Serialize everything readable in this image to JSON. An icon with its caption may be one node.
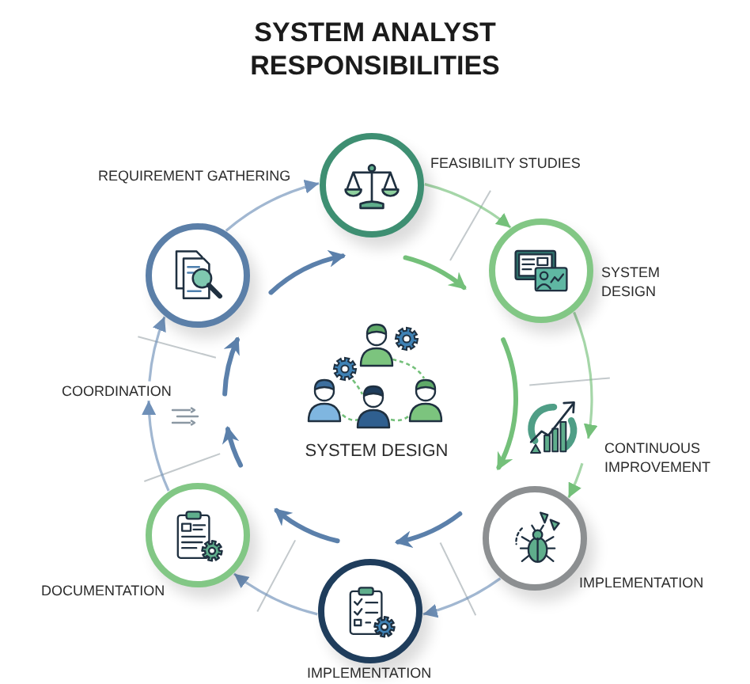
{
  "diagram": {
    "title": "SYSTEM ANALYST RESPONSIBILITIES",
    "nodes": [
      {
        "text": [
          "REQUIREMENT GATHERING"
        ]
      },
      {
        "text": [
          "FEASIBILITY STUDIES"
        ]
      },
      {
        "text": [
          "SYSTEM DESIGN"
        ]
      },
      {
        "text": [
          "CONTINUOUS IMPROVEMENT"
        ]
      },
      {
        "text": [
          "IMPLEMENTATION"
        ]
      },
      {
        "text": [
          "IMPLEMENTATION"
        ]
      },
      {
        "text": [
          "DOCUMENTATION"
        ]
      },
      {
        "text": [
          "COORDINATION"
        ]
      }
    ],
    "edges": [
      {
        "from": 0,
        "to": 1,
        "arrow": "to",
        "color": "#6f90b8"
      },
      {
        "from": 1,
        "to": 2,
        "arrow": "to",
        "color": "#74c07a"
      },
      {
        "from": 2,
        "to": 3,
        "arrow": "to",
        "color": "#74c07a"
      },
      {
        "from": 3,
        "to": 4,
        "arrow": "to",
        "color": "#74c07a"
      },
      {
        "from": 4,
        "to": 5,
        "arrow": "to",
        "color": "#6f90b8"
      },
      {
        "from": 5,
        "to": 6,
        "arrow": "to",
        "color": "#6f90b8"
      },
      {
        "from": 6,
        "to": 7,
        "arrow": "to",
        "color": "#6f90b8"
      },
      {
        "from": 7,
        "to": 0,
        "arrow": "to",
        "color": "#6f90b8"
      }
    ],
    "labels": [
      "SYSTEM DESIGN"
    ]
  }
}
